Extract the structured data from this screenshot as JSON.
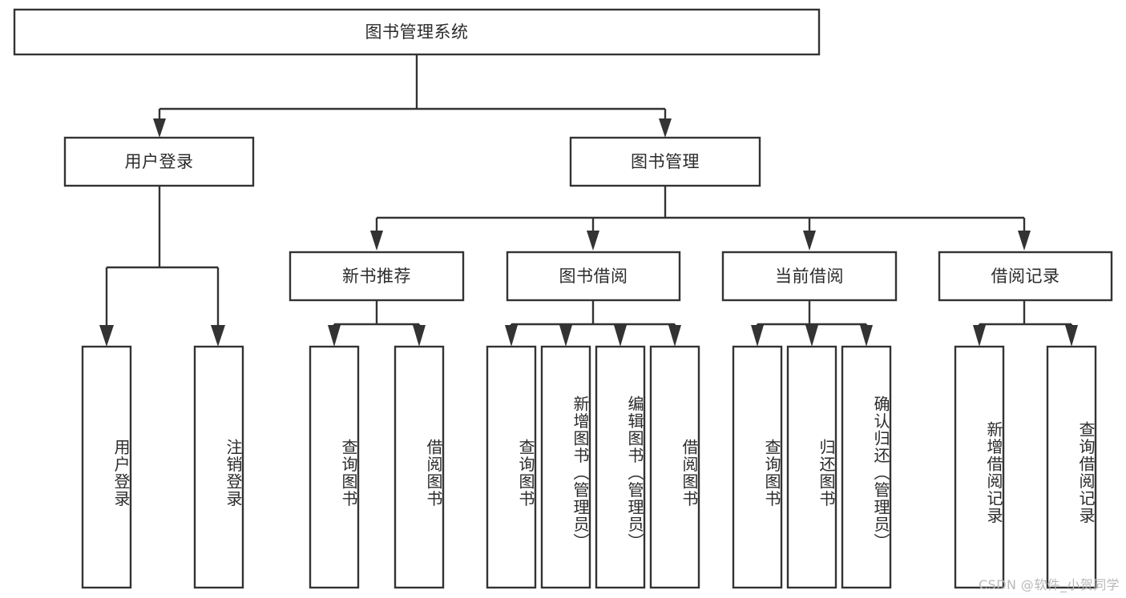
{
  "diagram": {
    "title": "图书管理系统",
    "type": "tree-hierarchy-diagram",
    "colors": {
      "box_stroke": "#333333",
      "box_fill": "#ffffff",
      "text": "#2b2b2b",
      "background": "#ffffff",
      "watermark": "#b9b9b9"
    },
    "root": {
      "label": "图书管理系统"
    },
    "level2": [
      {
        "label": "用户登录"
      },
      {
        "label": "图书管理"
      }
    ],
    "level3": [
      {
        "label": "新书推荐"
      },
      {
        "label": "图书借阅"
      },
      {
        "label": "当前借阅"
      },
      {
        "label": "借阅记录"
      }
    ],
    "leaves": {
      "user_login": [
        {
          "label": "用户登录"
        },
        {
          "label": "注销登录"
        }
      ],
      "new_book_recommend": [
        {
          "label": "查询图书"
        },
        {
          "label": "借阅图书"
        }
      ],
      "book_borrow": [
        {
          "label": "查询图书"
        },
        {
          "label": "新增图书（管理员）"
        },
        {
          "label": "编辑图书（管理员）"
        },
        {
          "label": "借阅图书"
        }
      ],
      "current_borrow": [
        {
          "label": "查询图书"
        },
        {
          "label": "归还图书"
        },
        {
          "label": "确认归还（管理员）"
        }
      ],
      "borrow_record": [
        {
          "label": "新增借阅记录"
        },
        {
          "label": "查询借阅记录"
        }
      ]
    },
    "watermark": "CSDN @软件_小贺同学"
  }
}
